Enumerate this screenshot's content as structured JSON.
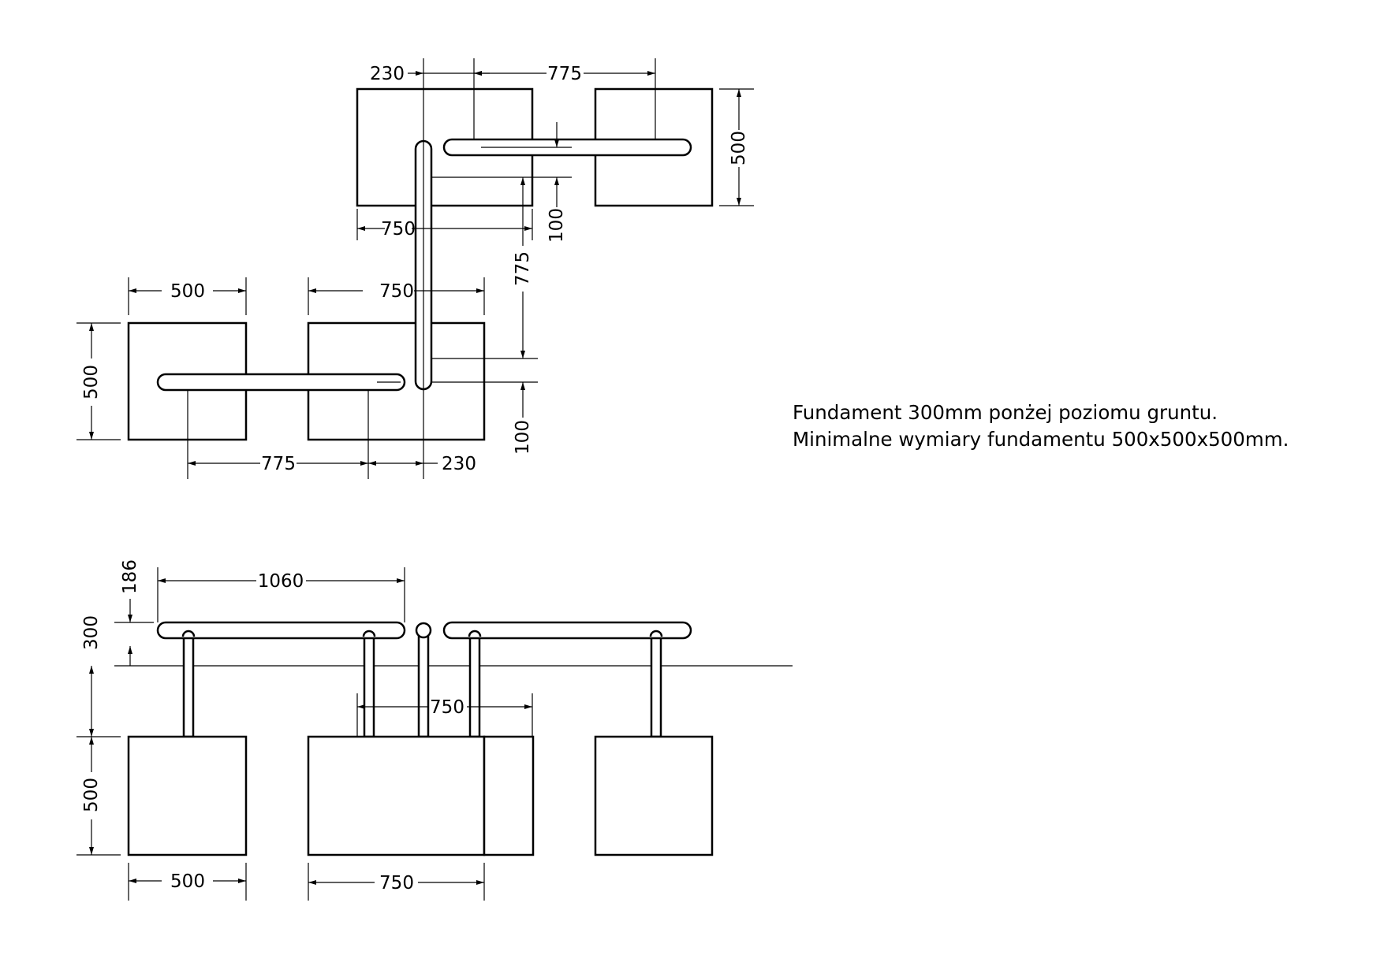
{
  "colors": {
    "line": "#000000",
    "background": "#ffffff"
  },
  "plan_view": {
    "dims": {
      "top_230": "230",
      "top_775": "775",
      "right_500": "500",
      "mid_750": "750",
      "mid_100": "100",
      "vert_775": "775",
      "left_500_top": "500",
      "center_750": "750",
      "left_500_side": "500",
      "low_100": "100",
      "bottom_775": "775",
      "bottom_230": "230"
    }
  },
  "elevation_view": {
    "dims": {
      "rail_1060": "1060",
      "height_186": "186",
      "height_300": "300",
      "depth_500": "500",
      "inner_750": "750",
      "base_500": "500",
      "base_750": "750"
    }
  },
  "notes": [
    "Fundament 300mm ponżej poziomu gruntu.",
    "Minimalne wymiary fundamentu 500x500x500mm."
  ]
}
